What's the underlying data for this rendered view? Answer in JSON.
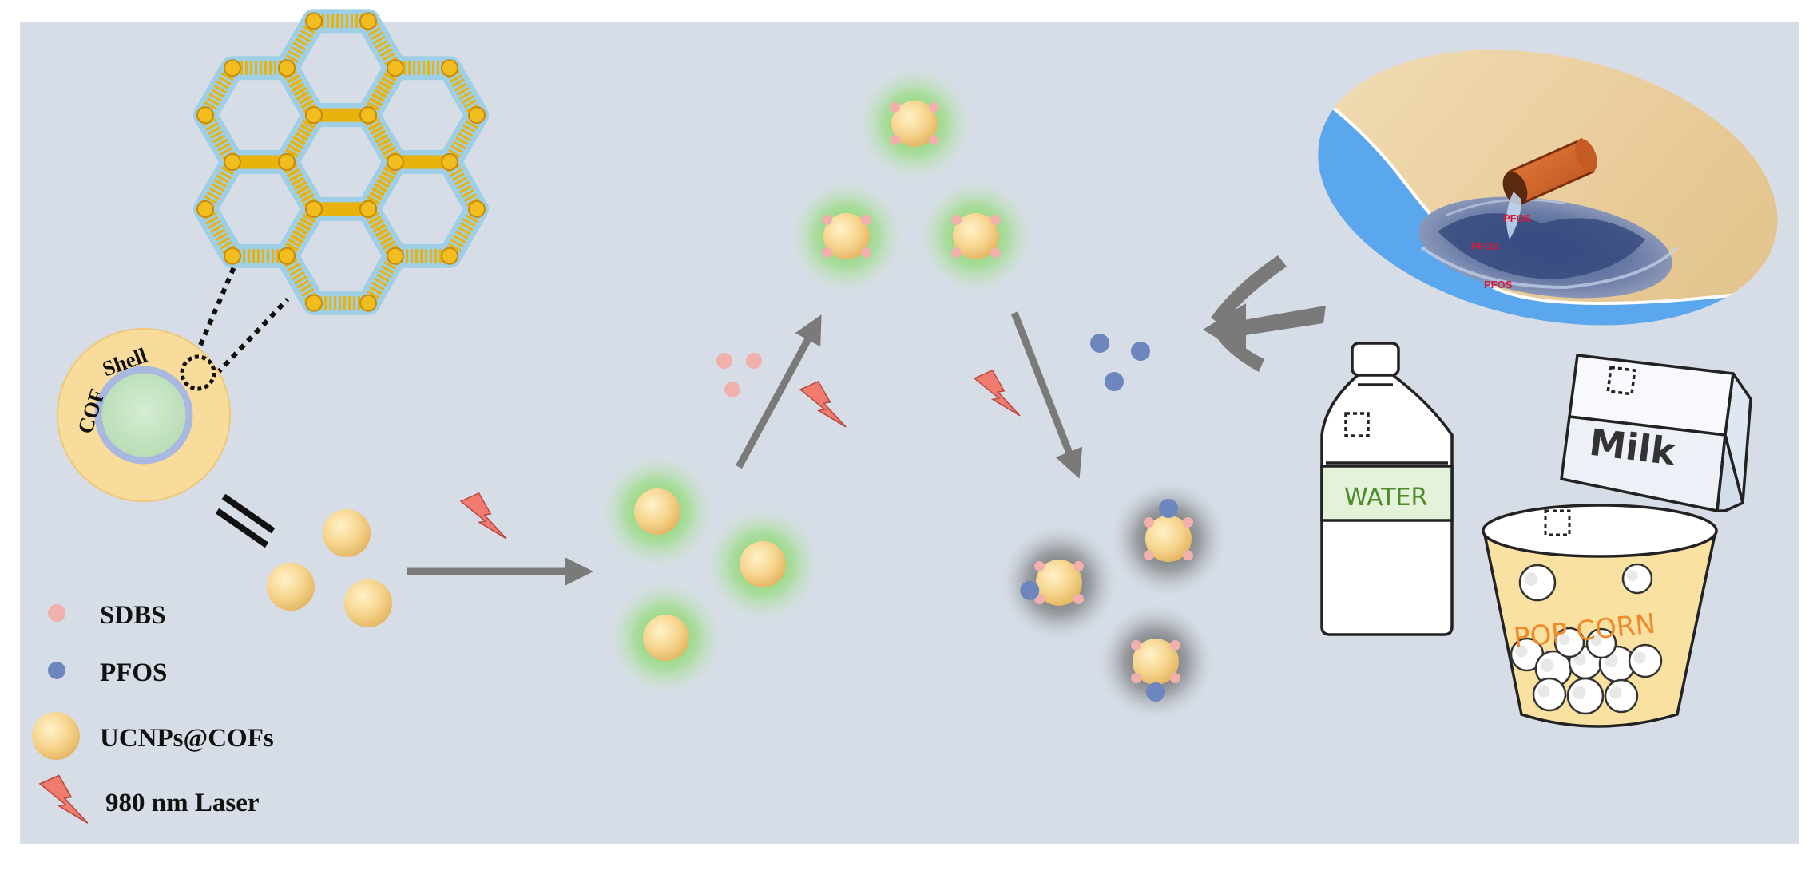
{
  "diagram": {
    "shell_labels": {
      "cof": "COF",
      "shell": "Shell"
    },
    "legend": {
      "sdbs": "SDBS",
      "pfos": "PFOS",
      "ucnps": "UCNPs@COFs",
      "laser": "980 nm Laser"
    },
    "products": {
      "water": "WATER",
      "milk": "Milk",
      "popcorn": "POP CORN"
    },
    "spill_tags": [
      "PFOS",
      "PFOS",
      "PFOS"
    ]
  },
  "colors": {
    "background": "#d6dde7",
    "particle": "#f7d58f",
    "sdbs": "#f2b0ac",
    "pfos": "#6d86bd",
    "green_glow": "#6fcf4f",
    "dark_glow": "#4a4a4a",
    "arrow": "#7a7a7a",
    "laser": "#f07b6e",
    "cof_framework": "#e9b20c",
    "cof_rods": "#9fcfe6",
    "water_blue": "#5aa7ee",
    "sand": "#e8cfa0",
    "bucket": "#d8662a"
  },
  "icons": [
    "laser-bolt-icon",
    "dashed-square-icon"
  ]
}
